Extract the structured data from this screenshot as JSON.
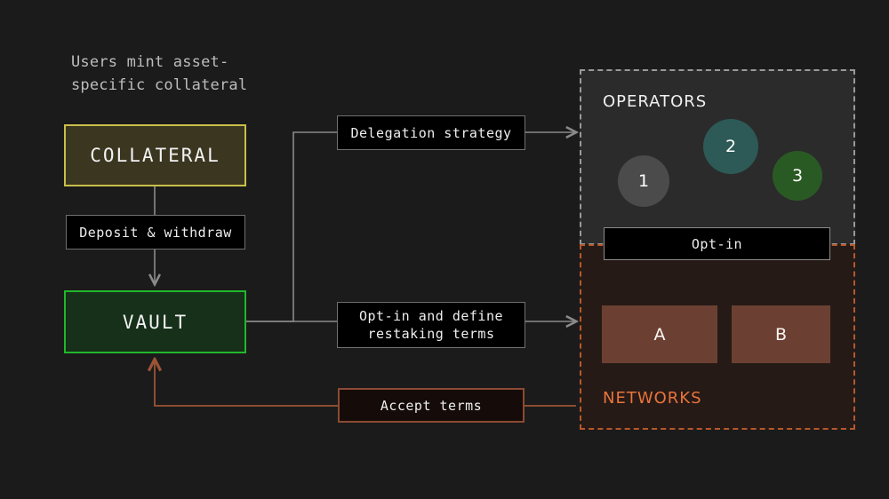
{
  "diagram": {
    "caption": "Users mint asset-\nspecific collateral",
    "nodes": {
      "collateral": "COLLATERAL",
      "vault": "VAULT"
    },
    "edge_labels": {
      "deposit": "Deposit & withdraw",
      "delegation": "Delegation strategy",
      "optin_define": "Opt-in and define\nrestaking terms",
      "accept": "Accept terms",
      "optin_bar": "Opt-in"
    },
    "panels": {
      "operators": {
        "title": "OPERATORS",
        "circles": [
          {
            "label": "1",
            "color": "#4b4b4b"
          },
          {
            "label": "2",
            "color": "#2d5a56"
          },
          {
            "label": "3",
            "color": "#2a5a24"
          }
        ]
      },
      "networks": {
        "title": "NETWORKS",
        "boxes": [
          {
            "label": "A",
            "color": "#6b4033"
          },
          {
            "label": "B",
            "color": "#6b4033"
          }
        ]
      }
    },
    "colors": {
      "background": "#1b1b1b",
      "collateral_border": "#c9bf4a",
      "collateral_fill": "#3a3620",
      "vault_border": "#22b72c",
      "vault_fill": "#16301a",
      "connector_gray": "#8a8a8a",
      "connector_orange": "#9c5436",
      "operators_border": "#9a9a9a",
      "networks_border": "#b5582c",
      "networks_title": "#e8743b"
    }
  }
}
